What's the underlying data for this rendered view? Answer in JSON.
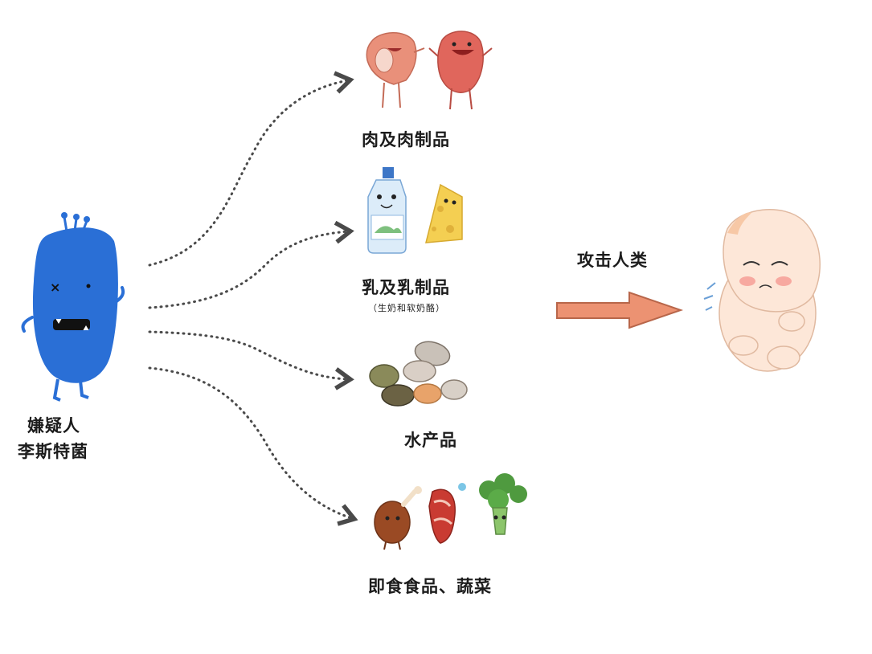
{
  "labels": {
    "bacterium_line1": "嫌疑人",
    "bacterium_line2": "李斯特菌",
    "meat": "肉及肉制品",
    "dairy": "乳及乳制品",
    "dairy_sub": "（生奶和软奶酪）",
    "aquatic": "水产品",
    "ready_to_eat": "即食食品、蔬菜",
    "attack": "攻击人类"
  },
  "icons": {
    "bacterium": "blue-bacterium-mascot",
    "meat_group": [
      "steak-character-icon",
      "meat-character-icon"
    ],
    "dairy_group": [
      "milk-bottle-icon",
      "cheese-icon"
    ],
    "aquatic_group": [
      "clam-shells-icon"
    ],
    "ready_group": [
      "drumstick-icon",
      "bacon-icon",
      "broccoli-icon"
    ],
    "human": "crying-baby-icon"
  },
  "colors": {
    "bacterium": "#2a6fd6",
    "arrow_dots": "#4a4a4a",
    "big_arrow": "#e8916a"
  }
}
